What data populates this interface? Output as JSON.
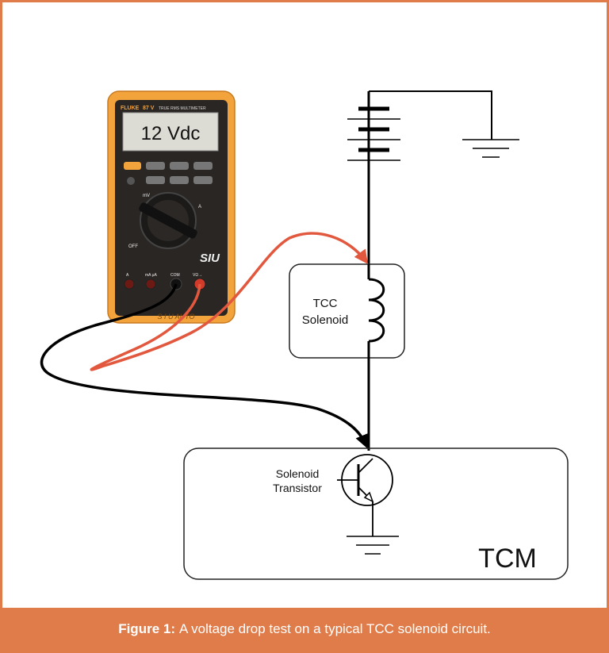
{
  "meter": {
    "display": "12 Vdc",
    "brand": "FLUKE",
    "model": "87 V",
    "model_desc": "TRUE RMS MULTIMETER",
    "owner_mark": "SIU",
    "bottom_mark": "S I U  AUTO",
    "range_labels": [
      "OFF",
      "mV",
      "A",
      "mA μA",
      "COM",
      "VΩ→"
    ]
  },
  "circuit": {
    "solenoid_label": "TCC\nSolenoid",
    "solenoid_line1": "TCC",
    "solenoid_line2": "Solenoid",
    "transistor_line1": "Solenoid",
    "transistor_line2": "Transistor",
    "tcm_label": "TCM"
  },
  "colors": {
    "border": "#e07c4a",
    "red_lead": "#e2583e",
    "black_lead": "#000000",
    "meter_case": "#f2a33c"
  },
  "caption": {
    "bold": "Figure 1:",
    "text": "A voltage drop test on a typical TCC solenoid circuit."
  }
}
